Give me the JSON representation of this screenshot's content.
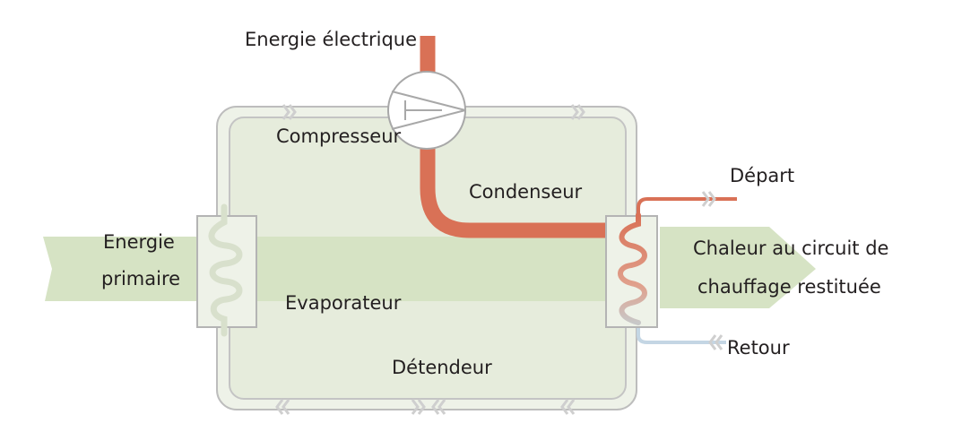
{
  "labels": {
    "electric_energy": "Energie électrique",
    "compressor": "Compresseur",
    "condenser": "Condenseur",
    "evaporator": "Evaporateur",
    "expansion_valve": "Détendeur",
    "primary_energy_line1": "Energie",
    "primary_energy_line2": "primaire",
    "heat_output_line1": "Chaleur au circuit de",
    "heat_output_line2": "chauffage restituée",
    "supply": "Départ",
    "return": "Retour"
  },
  "colors": {
    "electric_pipe": "#d97156",
    "loop_fill": "#e6ecdc",
    "loop_border": "#b8b8b8",
    "primary_band": "#d6e3c4",
    "return_pipe": "#c4d6e4",
    "chevron": "#cfcfcf"
  }
}
